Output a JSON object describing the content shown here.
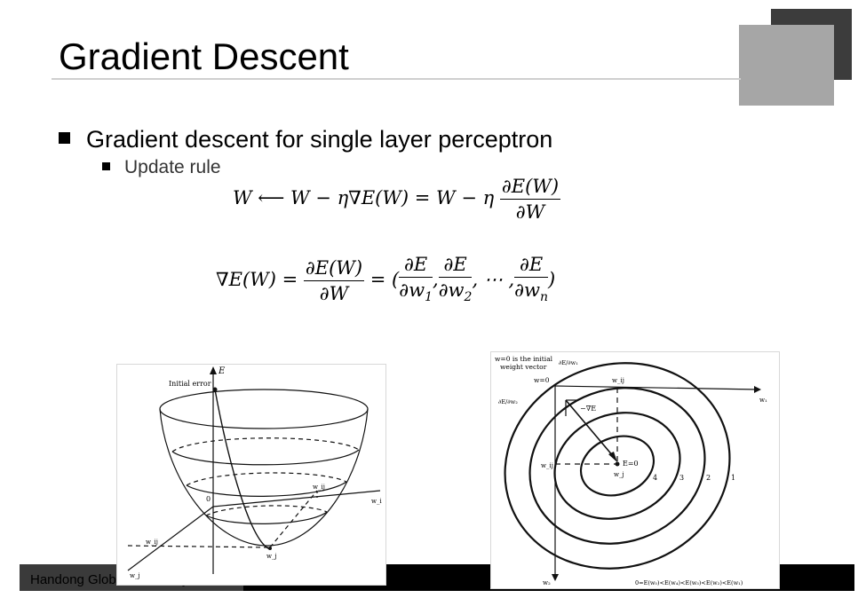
{
  "slide": {
    "title": "Gradient Descent",
    "bullet_main": "Gradient descent for single layer perceptron",
    "bullet_sub": "Update rule",
    "footer": "Handong Global University"
  },
  "equations": {
    "update_rule": {
      "lhs": "W ⟵ W − η∇E(W) = W − η",
      "frac_num": "∂E(W)",
      "frac_den": "∂W"
    },
    "gradient": {
      "lhs": "∇E(W) =",
      "frac_num": "∂E(W)",
      "frac_den": "∂W",
      "eq2": "= (",
      "t1_num": "∂E",
      "t1_den": "∂w",
      "t1_sub": "1",
      "t2_num": "∂E",
      "t2_den": "∂w",
      "t2_sub": "2",
      "dots": ", ⋯ ,",
      "tn_num": "∂E",
      "tn_den": "∂w",
      "tn_sub": "n",
      "close": ")"
    }
  },
  "figure_bowl": {
    "axis_e": "E",
    "initial_error": "Initial error",
    "origin": "0",
    "w_ij_top": "w_ij",
    "w_ij_left": "w_ij",
    "w_i": "w_i",
    "w_j": "w_j",
    "w_j_bottom": "w_j"
  },
  "figure_contour": {
    "note_line1": "w=0 is the initial",
    "note_line2": "weight vector",
    "dE_dw1_label": "∂E/∂w₁",
    "w0": "w=0",
    "w_ij_top": "w_ij",
    "w1_axis": "w₁",
    "dE_dw2_label": "∂E/∂w₂",
    "neg_grad": "−∇E",
    "e_zero": "E=0",
    "w_ij_left": "w_ij",
    "w_j": "w_j",
    "w2_axis": "w₂",
    "contour_4": "4",
    "contour_3": "3",
    "contour_2": "2",
    "contour_1": "1",
    "ordering": "0=E(w₅)<E(w₄)<E(w₃)<E(w₂)<E(w₁)"
  },
  "colors": {
    "deco_dark": "#3c3c3c",
    "deco_light": "#a6a6a6",
    "footer_bar": "#000000"
  }
}
